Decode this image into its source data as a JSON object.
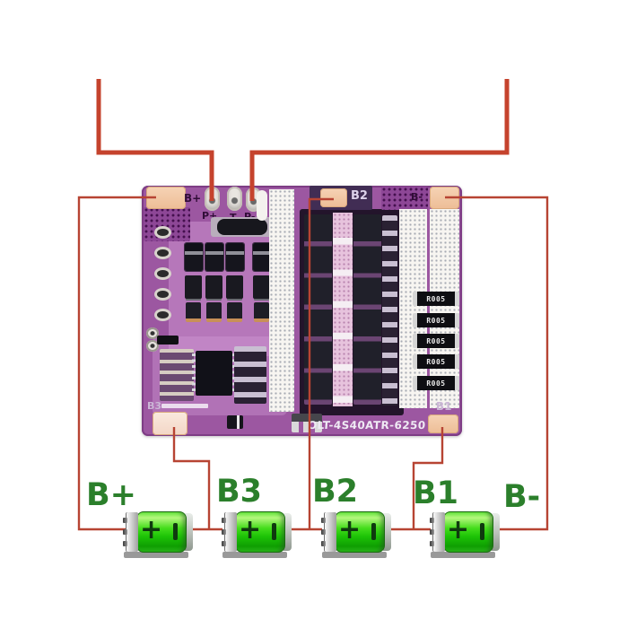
{
  "colors": {
    "wire_red_thick": "#c5432d",
    "wire_red_thin": "#b74433",
    "pcb_purple": "#9c57a1",
    "pad_copper": "#f2c5a2",
    "battery_green": "#2ecc0e",
    "battery_label_green": "#2b7f2b",
    "mosfet_black": "#20202a",
    "via_white": "#f7f5f1"
  },
  "board": {
    "silkscreen": {
      "pad_b_plus": "B+",
      "terminal_p_plus": "P+",
      "terminal_t": "T",
      "terminal_p_minus": "P-",
      "pad_b2": "B2",
      "pad_b_minus": "B-",
      "pad_b1": "B1",
      "pad_b3": "B3",
      "model_number": "OLT-4S40ATR-6250"
    },
    "shunt_resistors": [
      "R005",
      "R005",
      "R005",
      "R005",
      "R005"
    ]
  },
  "batteries": {
    "plus_symbol": "+",
    "labels": [
      "B+",
      "B3",
      "B2",
      "B1",
      "B-"
    ]
  }
}
